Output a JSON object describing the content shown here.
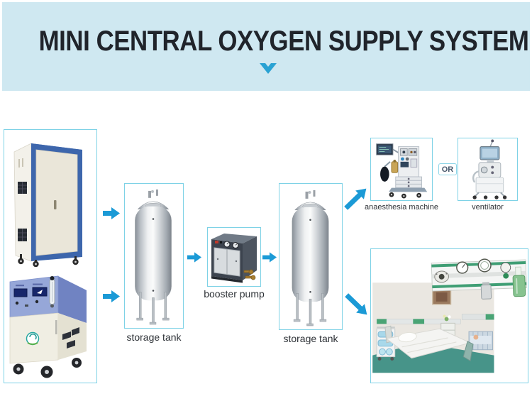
{
  "header": {
    "title": "MINI CENTRAL OXYGEN SUPPLY SYSTEM"
  },
  "diagram": {
    "generators": {
      "top_machine": "cabinet-oxygen-generator",
      "bottom_machine": "portable-oxygen-concentrator"
    },
    "storage_tank_1": {
      "label": "storage tank"
    },
    "booster_pump": {
      "label": "booster pump"
    },
    "storage_tank_2": {
      "label": "storage tank"
    },
    "anaesthesia_machine": {
      "label": "anaesthesia machine"
    },
    "or_badge": {
      "label": "OR"
    },
    "ventilator": {
      "label": "ventilator"
    },
    "hospital_ward": {
      "image": "hospital-ward-with-gas-terminal"
    }
  },
  "icons": {
    "chevron_down": "chevron-down-icon",
    "flow_arrows": [
      "arrow-right-icon",
      "arrow-right-icon",
      "arrow-right-icon",
      "arrow-right-icon",
      "arrow-up-right-icon",
      "arrow-down-right-icon"
    ]
  },
  "colors": {
    "header_bg": "#cfe8f1",
    "title_text": "#20242b",
    "box_border": "#7ed2e6",
    "arrow_blue": "#1b9ad6",
    "label_text": "#2e3237"
  }
}
